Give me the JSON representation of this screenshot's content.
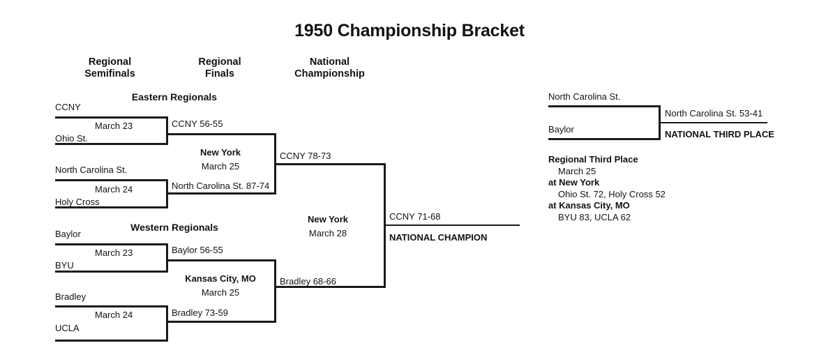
{
  "title": "1950 Championship Bracket",
  "columns": {
    "regional_semifinals_l1": "Regional",
    "regional_semifinals_l2": "Semifinals",
    "regional_finals_l1": "Regional",
    "regional_finals_l2": "Finals",
    "national_championship_l1": "National",
    "national_championship_l2": "Championship"
  },
  "regions": {
    "eastern": "Eastern Regionals",
    "western": "Western Regionals"
  },
  "eastern": {
    "game1": {
      "team_top": "CCNY",
      "team_bottom": "Ohio St.",
      "date": "March 23",
      "result": "CCNY 56-55"
    },
    "game2": {
      "team_top": "North Carolina St.",
      "team_bottom": "Holy Cross",
      "date": "March 24",
      "result": "North Carolina St. 87-74"
    },
    "final": {
      "site": "New York",
      "date": "March 25",
      "result": "CCNY 78-73"
    }
  },
  "western": {
    "game1": {
      "team_top": "Baylor",
      "team_bottom": "BYU",
      "date": "March 23",
      "result": "Baylor 56-55"
    },
    "game2": {
      "team_top": "Bradley",
      "team_bottom": "UCLA",
      "date": "March 24",
      "result": "Bradley 73-59"
    },
    "final": {
      "site": "Kansas City, MO",
      "date": "March 25",
      "result": "Bradley 68-66"
    }
  },
  "championship": {
    "site": "New York",
    "date": "March 28",
    "result": "CCNY 71-68",
    "caption": "NATIONAL CHAMPION"
  },
  "third_place": {
    "team_top": "North Carolina St.",
    "team_bottom": "Baylor",
    "result": "North Carolina St. 53-41",
    "caption": "NATIONAL THIRD PLACE"
  },
  "regional_third_place": {
    "heading": "Regional Third Place",
    "date": "March 25",
    "site1": "at New York",
    "score1": "Ohio St. 72, Holy Cross 52",
    "site2": "at Kansas City, MO",
    "score2": "BYU 83, UCLA 62"
  }
}
